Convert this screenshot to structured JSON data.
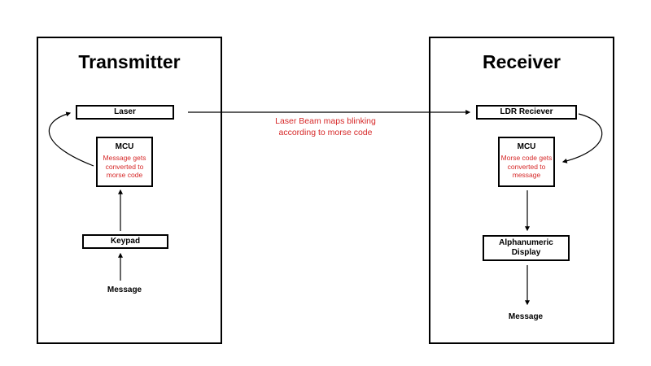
{
  "transmitter": {
    "title": "Transmitter",
    "laser": "Laser",
    "mcu": {
      "title": "MCU",
      "note": "Message gets\nconverted to\nmorse code"
    },
    "keypad": "Keypad",
    "message": "Message"
  },
  "receiver": {
    "title": "Receiver",
    "ldr": "LDR Reciever",
    "mcu": {
      "title": "MCU",
      "note": "Morse code gets\nconverted to\nmessage"
    },
    "display": "Alphanumeric\nDisplay",
    "message": "Message"
  },
  "beam": {
    "label": "Laser Beam maps blinking\naccording to morse code"
  },
  "colors": {
    "note": "#d62828",
    "stroke": "#000000"
  }
}
